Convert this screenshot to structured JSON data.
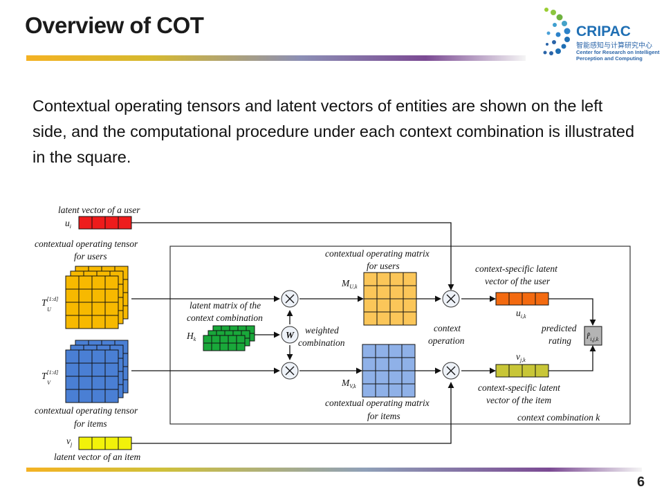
{
  "slide": {
    "title": "Overview of COT",
    "description": "Contextual operating tensors and latent vectors of entities are shown on the left side, and the computational procedure under each context combination is illustrated in the square.",
    "page_number": "6"
  },
  "logo": {
    "name": "CRIPAC",
    "chinese": "智能感知与计算研究中心",
    "english_line1": "Center for Research on Intelligent",
    "english_line2": "Perception and Computing"
  },
  "diagram": {
    "latent_user_label": "latent vector of a user",
    "u_i": "u",
    "u_i_sub": "i",
    "tensor_users_label1": "contextual operating tensor",
    "tensor_users_label2": "for users",
    "tu_main": "T",
    "tu_sup": "[1:d]",
    "tu_sub": "U",
    "tensor_items_label1": "contextual operating tensor",
    "tensor_items_label2": "for items",
    "tv_main": "T",
    "tv_sup": "[1:d]",
    "tv_sub": "V",
    "v_j": "v",
    "v_j_sub": "j",
    "latent_item_label": "latent vector of an item",
    "latent_matrix_label1": "latent matrix of the",
    "latent_matrix_label2": "context combination",
    "h_k": "H",
    "h_k_sub": "k",
    "w": "W",
    "weighted_label1": "weighted",
    "weighted_label2": "combination",
    "com_users_label1": "contextual operating matrix",
    "com_users_label2": "for users",
    "mu": "M",
    "mu_sub": "U,k",
    "mv": "M",
    "mv_sub": "V,k",
    "com_items_label1": "contextual operating matrix",
    "com_items_label2": "for items",
    "context_op1": "context",
    "context_op2": "operation",
    "cs_user_label1": "context-specific latent",
    "cs_user_label2": "vector of the user",
    "u_ik": "u",
    "u_ik_sub": "i,k",
    "v_jk": "v",
    "v_jk_sub": "j,k",
    "cs_item_label1": "context-specific latent",
    "cs_item_label2": "vector of the item",
    "predicted1": "predicted",
    "predicted2": "rating",
    "r_hat": "r̂",
    "r_hat_sub": "i,j,k",
    "context_combination": "context combination k",
    "colors": {
      "red": "#ee1c1c",
      "orange": "#f7b900",
      "orange_light": "#fbc659",
      "blue": "#4a7fd4",
      "blue_light": "#8fb1e8",
      "green": "#19a83a",
      "deep_orange": "#f36a10",
      "yellow": "#f2f20a",
      "olive": "#c8c637",
      "gray": "#b4b4b4"
    }
  }
}
